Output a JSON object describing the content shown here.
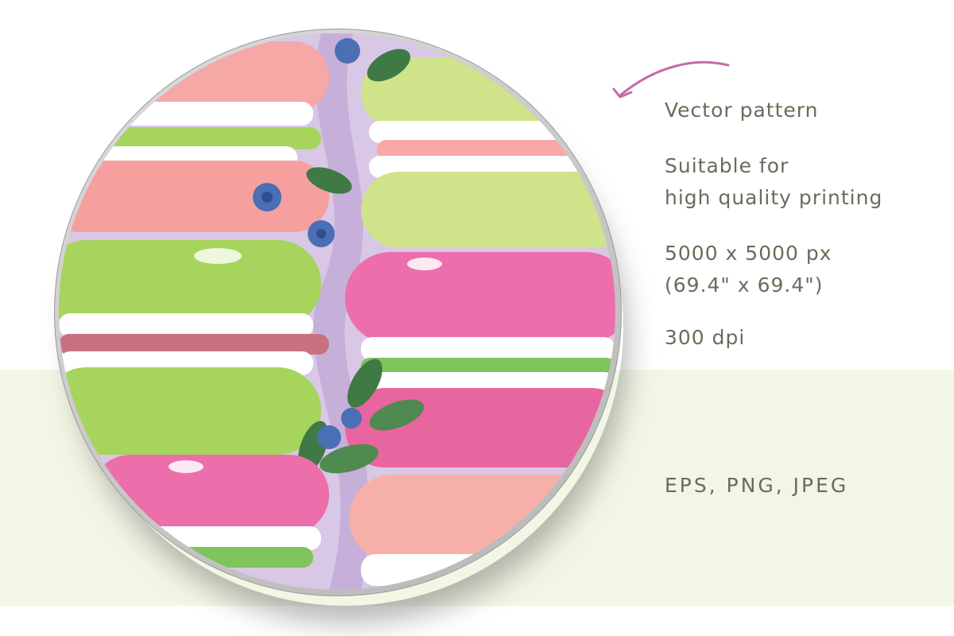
{
  "colors": {
    "text": "#6b6b5a",
    "band": "#f2f6e4",
    "arrow": "#c76aa8",
    "plate_rim": "#bdbdbd",
    "pattern_bg": "#d9c7e6",
    "macaron_pink_light": "#f6a8a6",
    "macaron_pink_hot": "#ec6fac",
    "macaron_green": "#a6d45c",
    "macaron_lime": "#cfe38a",
    "cream": "#ffffff",
    "blueberry": "#4a6fb5",
    "leaf": "#3f7a45"
  },
  "info": {
    "line1": "Vector pattern",
    "line2a": "Suitable for",
    "line2b": "high quality printing",
    "line3a": "5000 x 5000 px",
    "line3b": "(69.4\" x 69.4\")",
    "line4": "300 dpi",
    "formats": "EPS, PNG, JPEG"
  },
  "icons": {
    "arrow": "curved-arrow-icon",
    "blueberry": "blueberry-icon",
    "leaf": "leaf-icon"
  }
}
